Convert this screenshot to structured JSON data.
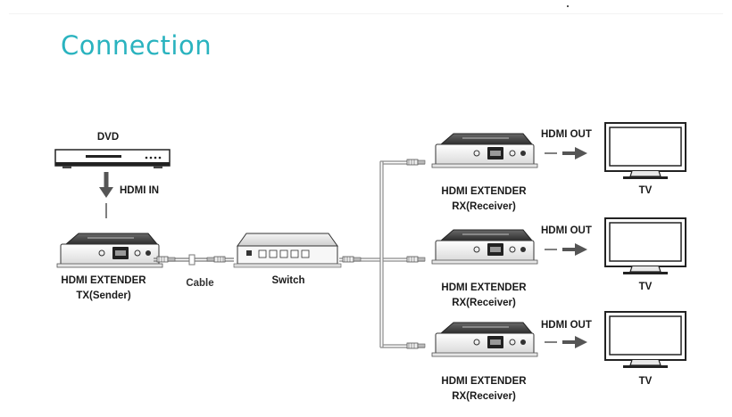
{
  "title": "Connection",
  "dvd": {
    "label": "DVD",
    "link_label": "HDMI IN"
  },
  "sender": {
    "line1": "HDMI EXTENDER",
    "line2": "TX(Sender)"
  },
  "cable_label": "Cable",
  "switch_label": "Switch",
  "receivers": [
    {
      "line1": "HDMI EXTENDER",
      "line2": "RX(Receiver)",
      "output_label": "HDMI OUT",
      "tv_label": "TV"
    },
    {
      "line1": "HDMI EXTENDER",
      "line2": "RX(Receiver)",
      "output_label": "HDMI OUT",
      "tv_label": "TV"
    },
    {
      "line1": "HDMI EXTENDER",
      "line2": "RX(Receiver)",
      "output_label": "HDMI OUT",
      "tv_label": "TV"
    }
  ],
  "colors": {
    "title": "#2ab3bf",
    "device_dark": "#3a3a3a",
    "line": "#9a9a9a",
    "arrow": "#555555"
  }
}
